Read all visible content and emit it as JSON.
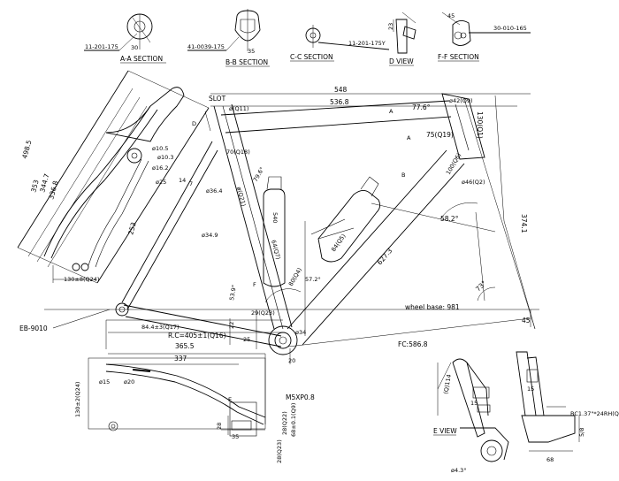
{
  "sections": {
    "aa": {
      "title": "A-A SECTION",
      "code": "11-201-175",
      "angle": "30"
    },
    "bb": {
      "title": "B-B SECTION",
      "code": "41-0039-175",
      "angle": "35"
    },
    "cc": {
      "title": "C-C SECTION",
      "code": "11-201-175Y"
    },
    "d": {
      "title": "D VIEW",
      "dim": "23"
    },
    "ff": {
      "title": "F-F SECTION",
      "code": "30-010-165",
      "angle": "45"
    },
    "e": {
      "title": "E VIEW"
    }
  },
  "labels": {
    "slot": "SLOT",
    "eb": "EB-9010",
    "wheel_base": "wheel base: 981",
    "fc": "FC:586.8",
    "rc": "R.C=405±1(Q16)",
    "m5": "M5XP0.8",
    "bc": "BC1.37\"*24RH(Q8)"
  },
  "dims": {
    "d548": "548",
    "d536": "536.8",
    "d776": "77.6°",
    "d75": "75(Q19)",
    "d130": "130(Q1)",
    "d42": "ø42(Q9)",
    "d100": "100(Q6)",
    "d46": "ø46(Q2)",
    "d3741": "374.1",
    "d582": "58.2°",
    "d6273": "627.3",
    "d73": "73°",
    "d45": "45",
    "d4985": "498.5",
    "d353": "353",
    "d3447": "344.7",
    "d3368": "336.8",
    "d253": "253",
    "d0105": "ø10.5",
    "d0103": "ø10.3",
    "d0162": "ø16.2",
    "d025": "ø25",
    "d14": "14",
    "d7": "7",
    "d0364": "ø36.4",
    "d0349": "ø34.9",
    "d796": "79.6°",
    "d70q18": "70(Q18)",
    "dq11": "ø(Q11)",
    "dq21": "ø(Q21)",
    "d540": "540",
    "d64q7": "64(Q7)",
    "d84q5": "84(Q5)",
    "d572": "57.2°",
    "d80q4": "80(Q4)",
    "d539": "53.9°",
    "d29q23": "29(Q23)",
    "d22": "22",
    "d25": "25",
    "d034": "ø34",
    "d8443": "84.4±3(Q17)",
    "d3655": "365.5",
    "d337": "337",
    "d015": "ø15",
    "d020": "ø20",
    "d130q24a": "130±8(Q24)",
    "d130q24b": "130±2(Q24)",
    "d20": "20",
    "d35": "35",
    "d28": "28",
    "d28q22": "28(Q22)",
    "d68": "68±0.1(Q9)",
    "d28q23": "28(Q23)",
    "d043": "ø4.3°",
    "d114": "(Q)114",
    "d15": "15",
    "d58": "5/8",
    "d68b": "68",
    "d15b": "15"
  }
}
